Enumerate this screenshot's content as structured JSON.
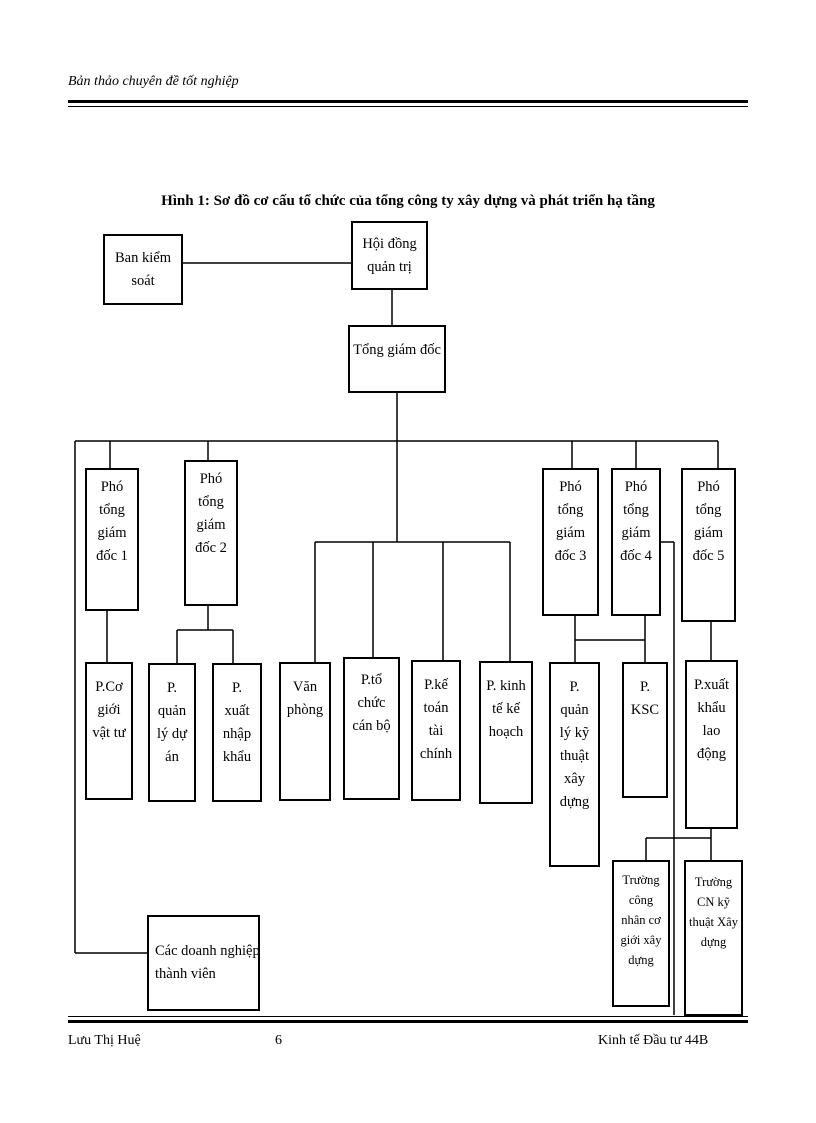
{
  "header": {
    "text": "Bản thảo chuyên đề tốt nghiệp"
  },
  "title": "Hình 1: Sơ đồ cơ cấu tổ chức của tổng công ty xây dựng và phát triển hạ tầng",
  "nodes": {
    "ban_kiem_soat": [
      "Ban kiểm",
      "soát"
    ],
    "hoi_dong_quan_tri": [
      "Hội đồng",
      "quản trị"
    ],
    "tong_giam_doc": [
      "Tổng giám đốc"
    ],
    "pho_tgd_1": [
      "Phó",
      "tổng",
      "giám",
      "đốc 1"
    ],
    "pho_tgd_2": [
      "Phó",
      "tổng",
      "giám",
      "đốc 2"
    ],
    "pho_tgd_3": [
      "Phó",
      "tổng",
      "giám",
      "đốc 3"
    ],
    "pho_tgd_4": [
      "Phó",
      "tổng",
      "giám",
      "đốc 4"
    ],
    "pho_tgd_5": [
      "Phó",
      "tổng",
      "giám",
      "đốc 5"
    ],
    "p_co_gioi": [
      "P.Cơ",
      "giới",
      "vật tư"
    ],
    "p_quan_ly_du_an": [
      "P.",
      "quản",
      "lý dự",
      "án"
    ],
    "p_xuat_nhap_khau": [
      "P.",
      "xuất",
      "nhập",
      "khẩu"
    ],
    "van_phong": [
      "Văn",
      "phòng"
    ],
    "p_to_chuc": [
      "P.tổ",
      "chức",
      "cán bộ"
    ],
    "p_ke_toan": [
      "P.kế",
      "toán",
      "tài",
      "chính"
    ],
    "p_kinh_te": [
      "P. kinh",
      "tế kế",
      "hoạch"
    ],
    "p_qlkt_xay_dung": [
      "P.",
      "quản",
      "lý kỹ",
      "thuật",
      "xây",
      "dựng"
    ],
    "p_ksc": [
      "P.",
      "KSC"
    ],
    "p_xuat_khau_lao_dong": [
      "P.xuất",
      "khẩu",
      "lao",
      "động"
    ],
    "truong_cong_nhan": [
      "Trường",
      "công",
      "nhân cơ",
      "giới xây",
      "dựng"
    ],
    "truong_cn_ky_thuat": [
      "Trường",
      "CN kỹ",
      "thuật Xây",
      "dựng"
    ],
    "cac_doanh_nghiep": [
      "Các doanh nghiệp",
      "thành viên"
    ]
  },
  "footer": {
    "author": "Lưu Thị Huệ",
    "page": "6",
    "class": "Kinh tế Đầu tư 44B"
  }
}
